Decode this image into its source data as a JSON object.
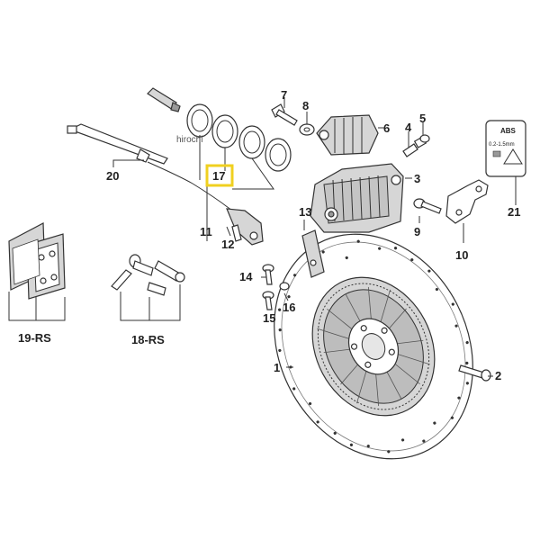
{
  "diagram": {
    "watermark": "hirochi",
    "highlight_color": "#f0d020",
    "line_color": "#333333",
    "callouts": {
      "n1": "1",
      "n2": "2",
      "n3": "3",
      "n4": "4",
      "n5": "5",
      "n6": "6",
      "n7": "7",
      "n8": "8",
      "n9": "9",
      "n10": "10",
      "n11": "11",
      "n12": "12",
      "n13": "13",
      "n14": "14",
      "n15": "15",
      "n16": "16",
      "n17": "17",
      "n18": "18-RS",
      "n19": "19-RS",
      "n20": "20",
      "n21": "21"
    },
    "label_sticker": {
      "brand": "ABS",
      "spec": "0.2-1.5mm"
    },
    "icons": [
      "brake-disc-icon",
      "caliper-icon",
      "brake-pad-icon",
      "piston-seal-ring-icon",
      "abs-sensor-icon",
      "bolt-icon",
      "warning-label-icon"
    ]
  }
}
